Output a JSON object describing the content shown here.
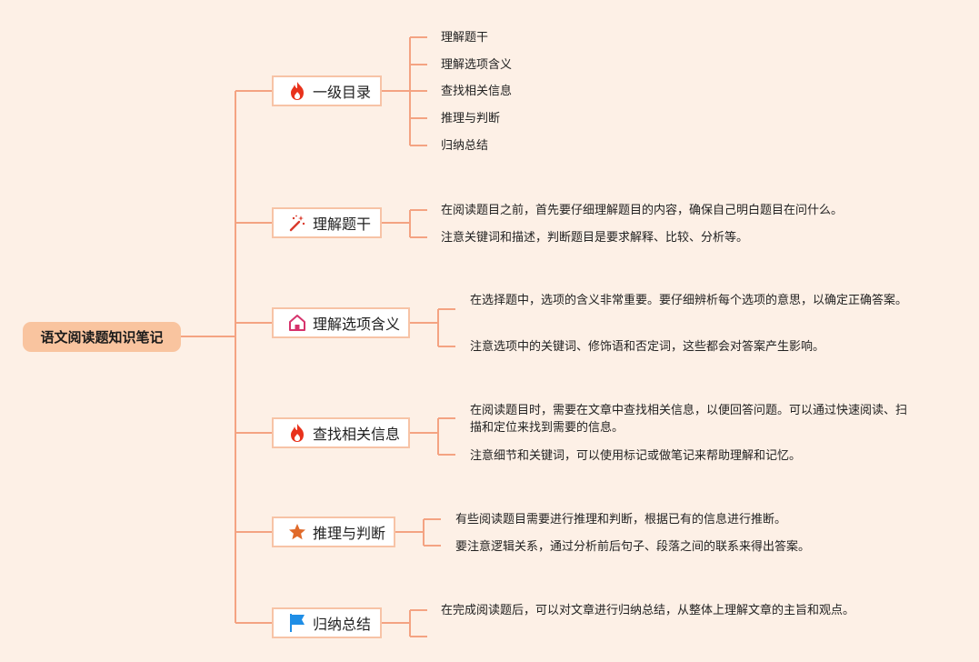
{
  "root": {
    "title": "语文阅读题知识笔记"
  },
  "branches": [
    {
      "title": "一级目录",
      "icon": "fire-icon",
      "items": [
        "理解题干",
        "理解选项含义",
        "查找相关信息",
        "推理与判断",
        "归纳总结"
      ]
    },
    {
      "title": "理解题干",
      "icon": "magic-wand-icon",
      "items": [
        "在阅读题目之前，首先要仔细理解题目的内容，确保自己明白题目在问什么。",
        "注意关键词和描述，判断题目是要求解释、比较、分析等。"
      ]
    },
    {
      "title": "理解选项含义",
      "icon": "home-icon",
      "items": [
        "在选择题中，选项的含义非常重要。要仔细辨析每个选项的意思，以确定正确答案。",
        "注意选项中的关键词、修饰语和否定词，这些都会对答案产生影响。"
      ]
    },
    {
      "title": "查找相关信息",
      "icon": "fire-icon",
      "items": [
        "在阅读题目时，需要在文章中查找相关信息，以便回答问题。可以通过快速阅读、扫描和定位来找到需要的信息。",
        "注意细节和关键词，可以使用标记或做笔记来帮助理解和记忆。"
      ]
    },
    {
      "title": "推理与判断",
      "icon": "star-icon",
      "items": [
        "有些阅读题目需要进行推理和判断，根据已有的信息进行推断。",
        "要注意逻辑关系，通过分析前后句子、段落之间的联系来得出答案。"
      ]
    },
    {
      "title": "归纳总结",
      "icon": "flag-icon",
      "items": [
        "在完成阅读题后，可以对文章进行归纳总结，从整体上理解文章的主旨和观点。",
        ""
      ]
    }
  ],
  "colors": {
    "background": "#fdf0e6",
    "connector": "#f4a382",
    "root_fill": "#f9c49f",
    "node_border": "#f7c3a6",
    "fire": "#e8321c",
    "wand": "#d93a2c",
    "home": "#d6336c",
    "star": "#e06a2a",
    "flag": "#1f8ee6"
  }
}
